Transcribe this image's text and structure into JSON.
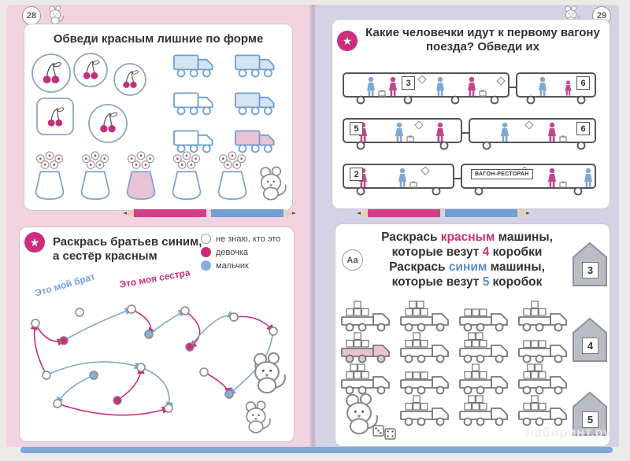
{
  "pages": {
    "left_number": "28",
    "right_number": "29"
  },
  "icons": {
    "star": "★"
  },
  "left_top": {
    "title": "Обведи красным лишние по форме"
  },
  "left_bottom": {
    "title_line1": "Раскрась братьев синим,",
    "title_line2": "а сестёр красным",
    "legend": [
      {
        "label": "не знаю, кто это"
      },
      {
        "label": "девочка"
      },
      {
        "label": "мальчик"
      }
    ],
    "brother_ribbon": "Это мой брат",
    "sister_ribbon": "Это моя сестра"
  },
  "right_top": {
    "title_line1": "Какие человечки идут к первому вагону",
    "title_line2": "поезда?  Обведи их",
    "wagon_r1c1": "3",
    "wagon_r1c2": "6",
    "wagon_r2c1": "5",
    "wagon_r2c2": "6",
    "wagon_r3c1": "2",
    "dining_car": "ВАГОН-РЕСТОРАН"
  },
  "right_bottom": {
    "abc_icon": "Аа",
    "line1_pre": "Раскрась ",
    "line1_colored": "красным",
    "line1_post": " машины,",
    "line2_pre": "которые везут ",
    "line2_colored": "4",
    "line2_post": " коробки",
    "line3_pre": "Раскрась ",
    "line3_colored": "синим",
    "line3_post": " машины,",
    "line4_pre": "которые везут ",
    "line4_colored": "5",
    "line4_post": " коробок",
    "badges": [
      "3",
      "4",
      "5"
    ]
  },
  "watermark": "лабиринт.ру",
  "colors": {
    "accent_pink": "#cb2e7b",
    "accent_blue": "#6f9fd4",
    "page_left_bg": "#f3d3e1",
    "page_right_bg": "#d6d2e6"
  }
}
